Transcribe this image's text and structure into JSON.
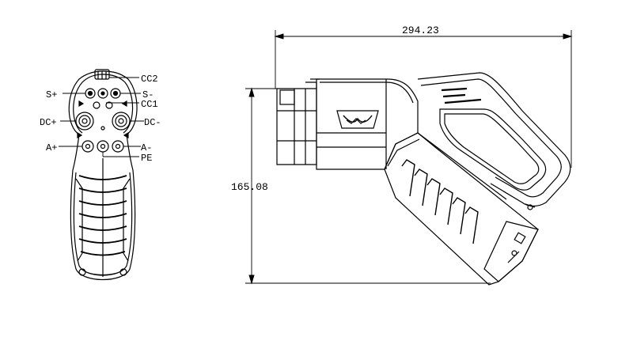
{
  "front_view": {
    "pin_labels": {
      "cc2": "CC2",
      "s_plus": "S+",
      "s_minus": "S-",
      "cc1": "CC1",
      "dc_plus": "DC+",
      "dc_minus": "DC-",
      "a_plus": "A+",
      "a_minus": "A-",
      "pe": "PE"
    }
  },
  "side_view": {
    "width_dimension": "294.23",
    "height_dimension": "165.08"
  },
  "colors": {
    "line": "#000000",
    "background": "#ffffff"
  }
}
